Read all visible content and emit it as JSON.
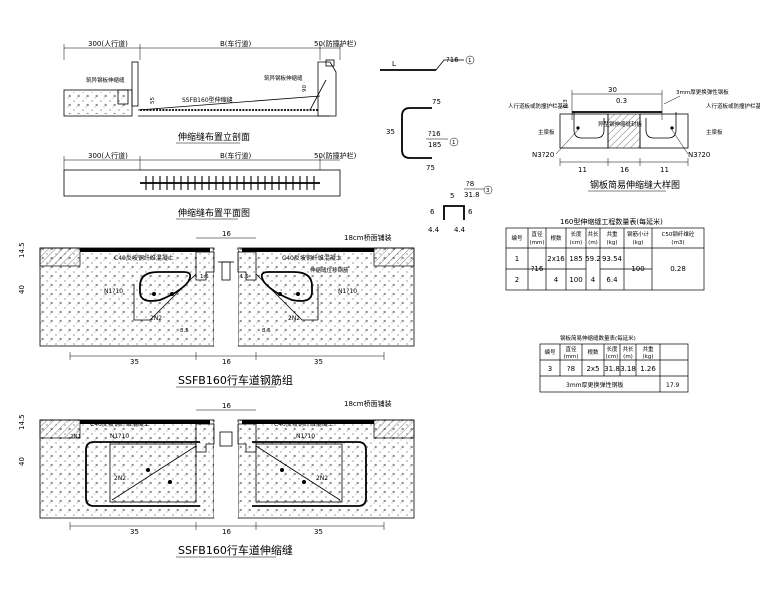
{
  "elevation": {
    "dim_left": "300(人行道)",
    "dim_mid": "B(车行道)",
    "dim_right": "50(防撞护栏)",
    "label_left": "筑异钢板伸缩缝",
    "label_right": "筑异钢板伸缩缝",
    "label_mid": "SSFB160型伸缩缝",
    "dim_55": "55",
    "dim_90": "90",
    "caption": "伸缩缝布置立剖面"
  },
  "plan": {
    "dim_left": "300(人行道)",
    "dim_mid": "B(车行道)",
    "dim_right": "50(防撞护栏)",
    "caption": "伸缩缝布置平面图"
  },
  "bars": {
    "bar1_label": "L",
    "bar1_tag": "?16",
    "bar1_num": "1",
    "bar2_top": "75",
    "bar2_side": "35",
    "bar2_bottom": "75",
    "bar2_tag": "?16",
    "bar2_len": "185",
    "bar2_num": "1",
    "bar3_tag": "?8",
    "bar3_len": "31.8",
    "bar3_num": "3",
    "bar3_top": "5",
    "bar3_side_l": "6",
    "bar3_side_r": "6",
    "bar3_bot_l": "4.4",
    "bar3_bot_r": "4.4"
  },
  "detail": {
    "dim_30": "30",
    "dim_03": "0.3",
    "dim_03b": "0.3",
    "dim_3mm": "3mm厚更换弹性钢板",
    "lbl_left": "人行道板或防撞护栏基础",
    "lbl_right": "人行道板或防撞护栏基础",
    "lbl_main_l": "主梁板",
    "lbl_main_r": "主梁板",
    "lbl_mid": "异型钢伸缩缝封板",
    "rebar_l": "N3?20",
    "rebar_r": "N3?20",
    "dim_b1": "11",
    "dim_b2": "16",
    "dim_b3": "11",
    "caption": "钢板简易伸缩缝大样图"
  },
  "table1": {
    "title": "160型伸缩缝工程数量表(每延米)",
    "headers": [
      "编号",
      "直径\n(mm)",
      "根数",
      "长度\n(cm)",
      "共长\n(m)",
      "共重\n(kg)",
      "钢筋小计\n(kg)",
      "C50钢纤维砼\n(m3)"
    ],
    "rows": [
      [
        "1",
        "?16",
        "2x16",
        "185",
        "59.2",
        "93.54",
        "100",
        "0.28"
      ],
      [
        "2",
        "",
        "4",
        "100",
        "4",
        "6.4",
        "",
        ""
      ]
    ]
  },
  "table2": {
    "title": "钢板简易伸缩缝数量表(每延米)",
    "headers": [
      "编号",
      "直径\n(mm)",
      "根数",
      "长度\n(cm)",
      "共长\n(m)",
      "共重\n(kg)"
    ],
    "row": [
      "3",
      "?8",
      "2x5",
      "31.8",
      "3.18",
      "1.26"
    ],
    "footer_label": "3mm厚更换弹性钢板",
    "footer_value": "17.9"
  },
  "section1": {
    "dim_top": "16",
    "dim_145": "14.5",
    "dim_40": "40",
    "lbl_c40_l": "C40反坡钢纤维混凝土",
    "lbl_c40_r": "C40反坡钢纤维混凝土",
    "lbl_18cm": "18cm桥面铺装",
    "lbl_fix": "伸缩缝位移钢筋",
    "dim_15a": "1.5",
    "dim_15b": "1.5",
    "n1_l": "N1?10",
    "n1_r": "N1?10",
    "n2_l": "2N2",
    "n2_r": "2N2",
    "dim_85a": "8.5",
    "dim_85b": "8.5",
    "dim_35a": "35",
    "dim_16": "16",
    "dim_35b": "35",
    "caption": "SSFB160行车道钢筋组"
  },
  "section2": {
    "dim_top": "16",
    "dim_145": "14.5",
    "dim_40": "40",
    "lbl_c40_l": "C40反坡钢纤维混凝土",
    "lbl_c40_r": "C40反坡钢纤维混凝土",
    "lbl_18cm": "18cm桥面铺装",
    "n1": "N1?10",
    "n1b": "N1?10",
    "n2n1": "2N1",
    "n2_l": "2N2",
    "n2_r": "2N2",
    "dim_35a": "35",
    "dim_16": "16",
    "dim_35b": "35",
    "caption": "SSFB160行车道伸缩缝"
  }
}
